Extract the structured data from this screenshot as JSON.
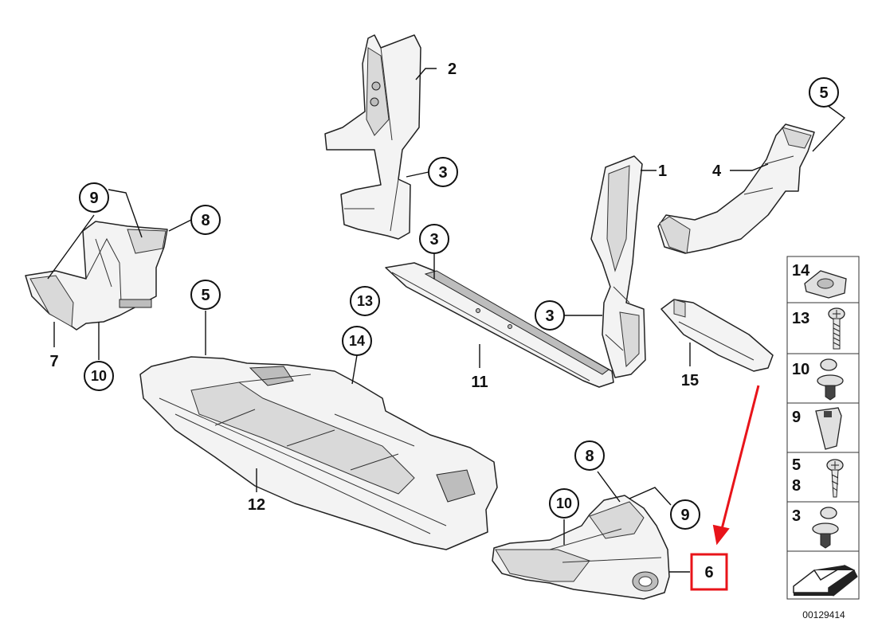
{
  "diagram": {
    "labels": {
      "l1": "1",
      "l2": "2",
      "l3a": "3",
      "l3b": "3",
      "l3c": "3",
      "l4": "4",
      "l5a": "5",
      "l5b": "5",
      "l6": "6",
      "l7": "7",
      "l8a": "8",
      "l8b": "8",
      "l9a": "9",
      "l9b": "9",
      "l10a": "10",
      "l10b": "10",
      "l11": "11",
      "l12": "12",
      "l13": "13",
      "l14": "14",
      "l15": "15"
    },
    "legend": {
      "r14": "14",
      "r13": "13",
      "r10": "10",
      "r9": "9",
      "r5": "5",
      "r8": "8",
      "r3": "3"
    },
    "reference_number": "00129414",
    "colors": {
      "highlight": "#e8141a",
      "ink": "#111111"
    }
  }
}
